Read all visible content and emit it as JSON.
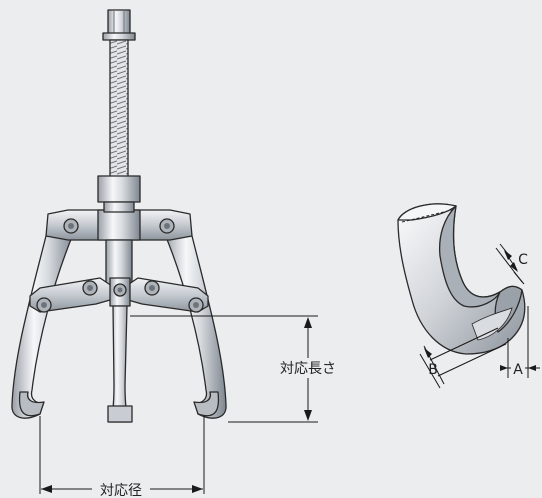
{
  "labels": {
    "reach": "対応長さ",
    "spread": "対応径",
    "a": "A",
    "b": "B",
    "c": "C"
  },
  "colors": {
    "background": "#ecedef",
    "steel_light": "#f4f5f7",
    "steel_mid": "#c9cdd3",
    "steel_dark": "#8a9098",
    "line": "#1a1a1a"
  }
}
